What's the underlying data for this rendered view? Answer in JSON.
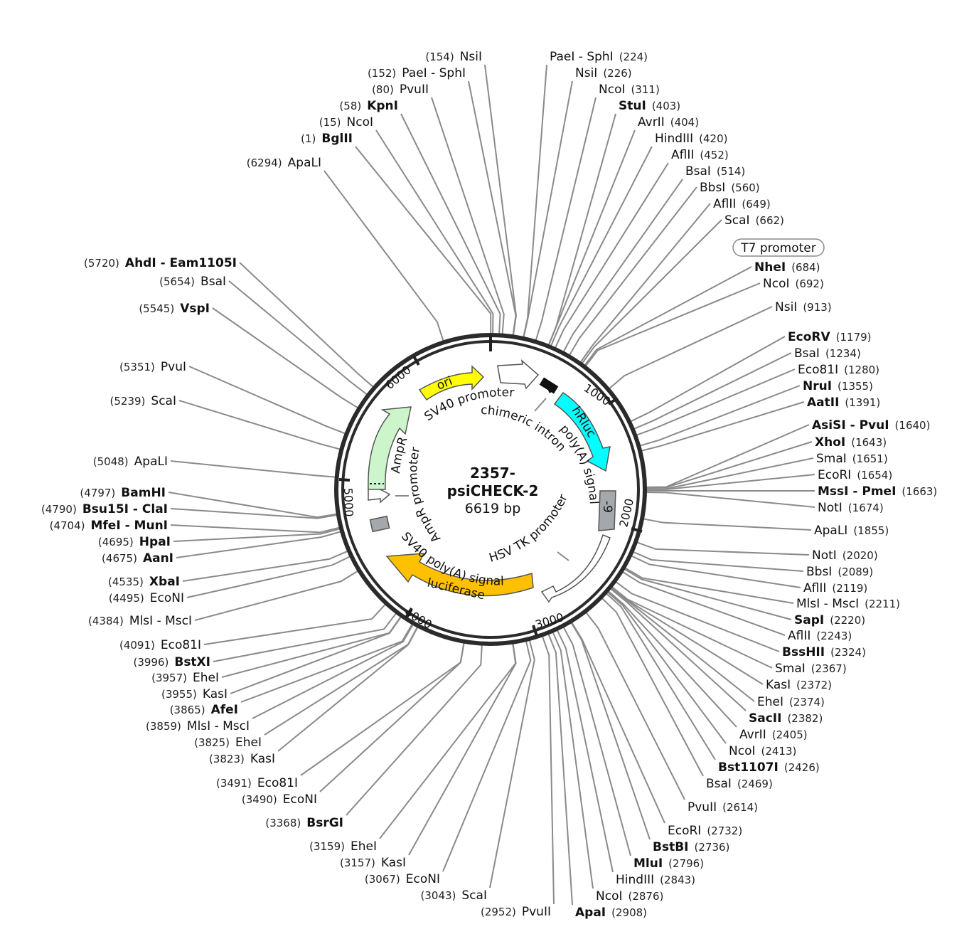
{
  "plasmid": {
    "name_line1": "2357-",
    "name_line2": "psiCHECK-2",
    "size": "6619 bp"
  },
  "ruler": [
    "1000",
    "2000",
    "3000",
    "4000",
    "5000",
    "6000"
  ],
  "features": {
    "ori": "ori",
    "sv40_promoter": "SV40 promoter",
    "chimeric_intron": "chimeric intron",
    "hrluc": "hRluc",
    "polyA_signal": "poly(A) signal",
    "marker_9": "-9",
    "hsv_tk_promoter": "HSV TK promoter",
    "luciferase": "luciferase",
    "sv40_polyA": "SV40 poly(A) signal",
    "ampr_promoter": "AmpR promoter",
    "ampr": "AmpR",
    "t7_promoter": "T7 promoter"
  },
  "colors": {
    "ori": "#ffff00",
    "hrluc": "#00ffff",
    "luciferase": "#ffc000",
    "ampr": "#ccf5cc",
    "grey_feature": "#a4a7ab",
    "t7_box": "#ffffff"
  },
  "sites_left_top": [
    {
      "pos": "(154)",
      "name": "NsiI",
      "bold": false
    },
    {
      "pos": "(152)",
      "name": "PaeI - SphI",
      "bold": false
    },
    {
      "pos": "(80)",
      "name": "PvuII",
      "bold": false
    },
    {
      "pos": "(58)",
      "name": "KpnI",
      "bold": true
    },
    {
      "pos": "(15)",
      "name": "NcoI",
      "bold": false
    },
    {
      "pos": "(1)",
      "name": "BglII",
      "bold": true
    },
    {
      "pos": "(6294)",
      "name": "ApaLI",
      "bold": false
    },
    {
      "pos": "(5720)",
      "name": "AhdI - Eam1105I",
      "bold": true
    },
    {
      "pos": "(5654)",
      "name": "BsaI",
      "bold": false
    },
    {
      "pos": "(5545)",
      "name": "VspI",
      "bold": true
    },
    {
      "pos": "(5351)",
      "name": "PvuI",
      "bold": false
    },
    {
      "pos": "(5239)",
      "name": "ScaI",
      "bold": false
    },
    {
      "pos": "(5048)",
      "name": "ApaLI",
      "bold": false
    },
    {
      "pos": "(4797)",
      "name": "BamHI",
      "bold": true
    },
    {
      "pos": "(4790)",
      "name": "Bsu15I - ClaI",
      "bold": true
    },
    {
      "pos": "(4704)",
      "name": "MfeI - MunI",
      "bold": true
    },
    {
      "pos": "(4695)",
      "name": "HpaI",
      "bold": true
    },
    {
      "pos": "(4675)",
      "name": "AanI",
      "bold": true
    },
    {
      "pos": "(4535)",
      "name": "XbaI",
      "bold": true
    },
    {
      "pos": "(4495)",
      "name": "EcoNI",
      "bold": false
    },
    {
      "pos": "(4384)",
      "name": "MlsI - MscI",
      "bold": false
    },
    {
      "pos": "(4091)",
      "name": "Eco81I",
      "bold": false
    },
    {
      "pos": "(3996)",
      "name": "BstXI",
      "bold": true
    },
    {
      "pos": "(3957)",
      "name": "EheI",
      "bold": false
    },
    {
      "pos": "(3955)",
      "name": "KasI",
      "bold": false
    },
    {
      "pos": "(3865)",
      "name": "AfeI",
      "bold": true
    },
    {
      "pos": "(3859)",
      "name": "MlsI - MscI",
      "bold": false
    },
    {
      "pos": "(3825)",
      "name": "EheI",
      "bold": false
    },
    {
      "pos": "(3823)",
      "name": "KasI",
      "bold": false
    },
    {
      "pos": "(3491)",
      "name": "Eco81I",
      "bold": false
    },
    {
      "pos": "(3490)",
      "name": "EcoNI",
      "bold": false
    },
    {
      "pos": "(3368)",
      "name": "BsrGI",
      "bold": true
    },
    {
      "pos": "(3159)",
      "name": "EheI",
      "bold": false
    },
    {
      "pos": "(3157)",
      "name": "KasI",
      "bold": false
    },
    {
      "pos": "(3067)",
      "name": "EcoNI",
      "bold": false
    },
    {
      "pos": "(3043)",
      "name": "ScaI",
      "bold": false
    },
    {
      "pos": "(2952)",
      "name": "PvuII",
      "bold": false
    }
  ],
  "sites_right": [
    {
      "pos": "(224)",
      "name": "PaeI - SphI",
      "bold": false
    },
    {
      "pos": "(226)",
      "name": "NsiI",
      "bold": false
    },
    {
      "pos": "(311)",
      "name": "NcoI",
      "bold": false
    },
    {
      "pos": "(403)",
      "name": "StuI",
      "bold": true
    },
    {
      "pos": "(404)",
      "name": "AvrII",
      "bold": false
    },
    {
      "pos": "(420)",
      "name": "HindIII",
      "bold": false
    },
    {
      "pos": "(452)",
      "name": "AflII",
      "bold": false
    },
    {
      "pos": "(514)",
      "name": "BsaI",
      "bold": false
    },
    {
      "pos": "(560)",
      "name": "BbsI",
      "bold": false
    },
    {
      "pos": "(649)",
      "name": "AflII",
      "bold": false
    },
    {
      "pos": "(662)",
      "name": "ScaI",
      "bold": false
    },
    {
      "pos": "(684)",
      "name": "NheI",
      "bold": true
    },
    {
      "pos": "(692)",
      "name": "NcoI",
      "bold": false
    },
    {
      "pos": "(913)",
      "name": "NsiI",
      "bold": false
    },
    {
      "pos": "(1179)",
      "name": "EcoRV",
      "bold": true
    },
    {
      "pos": "(1234)",
      "name": "BsaI",
      "bold": false
    },
    {
      "pos": "(1280)",
      "name": "Eco81I",
      "bold": false
    },
    {
      "pos": "(1355)",
      "name": "NruI",
      "bold": true
    },
    {
      "pos": "(1391)",
      "name": "AatII",
      "bold": true
    },
    {
      "pos": "(1640)",
      "name": "AsiSI - PvuI",
      "bold": true
    },
    {
      "pos": "(1643)",
      "name": "XhoI",
      "bold": true
    },
    {
      "pos": "(1651)",
      "name": "SmaI",
      "bold": false
    },
    {
      "pos": "(1654)",
      "name": "EcoRI",
      "bold": false
    },
    {
      "pos": "(1663)",
      "name": "MssI - PmeI",
      "bold": true
    },
    {
      "pos": "(1674)",
      "name": "NotI",
      "bold": false
    },
    {
      "pos": "(1855)",
      "name": "ApaLI",
      "bold": false
    },
    {
      "pos": "(2020)",
      "name": "NotI",
      "bold": false
    },
    {
      "pos": "(2089)",
      "name": "BbsI",
      "bold": false
    },
    {
      "pos": "(2119)",
      "name": "AflII",
      "bold": false
    },
    {
      "pos": "(2211)",
      "name": "MlsI - MscI",
      "bold": false
    },
    {
      "pos": "(2220)",
      "name": "SapI",
      "bold": true
    },
    {
      "pos": "(2243)",
      "name": "AflII",
      "bold": false
    },
    {
      "pos": "(2324)",
      "name": "BssHII",
      "bold": true
    },
    {
      "pos": "(2367)",
      "name": "SmaI",
      "bold": false
    },
    {
      "pos": "(2372)",
      "name": "KasI",
      "bold": false
    },
    {
      "pos": "(2374)",
      "name": "EheI",
      "bold": false
    },
    {
      "pos": "(2382)",
      "name": "SacII",
      "bold": true
    },
    {
      "pos": "(2405)",
      "name": "AvrII",
      "bold": false
    },
    {
      "pos": "(2413)",
      "name": "NcoI",
      "bold": false
    },
    {
      "pos": "(2426)",
      "name": "Bst1107I",
      "bold": true
    },
    {
      "pos": "(2469)",
      "name": "BsaI",
      "bold": false
    },
    {
      "pos": "(2614)",
      "name": "PvuII",
      "bold": false
    },
    {
      "pos": "(2732)",
      "name": "EcoRI",
      "bold": false
    },
    {
      "pos": "(2736)",
      "name": "BstBI",
      "bold": true
    },
    {
      "pos": "(2796)",
      "name": "MluI",
      "bold": true
    },
    {
      "pos": "(2843)",
      "name": "HindIII",
      "bold": false
    },
    {
      "pos": "(2876)",
      "name": "NcoI",
      "bold": false
    },
    {
      "pos": "(2908)",
      "name": "ApaI",
      "bold": true
    }
  ]
}
